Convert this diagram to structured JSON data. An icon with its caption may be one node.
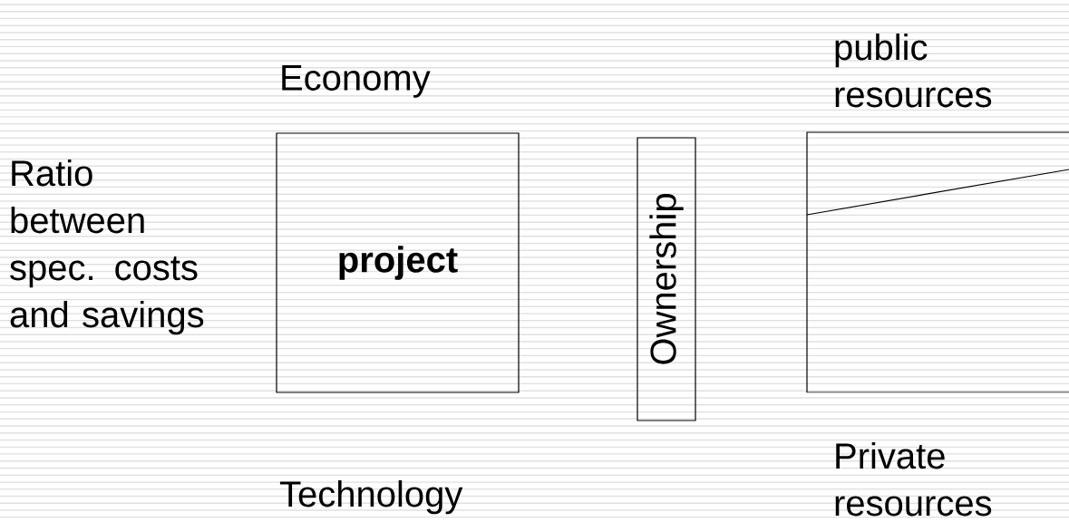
{
  "diagram": {
    "nodes": [
      {
        "text": [
          "project"
        ]
      },
      {
        "text": [
          "Ownership"
        ]
      },
      {
        "text": [],
        "shape": "box"
      }
    ],
    "labels": [
      "public resources",
      "Economy",
      "Ratio between spec. costs and savings",
      "Private resources",
      "Technology"
    ]
  }
}
